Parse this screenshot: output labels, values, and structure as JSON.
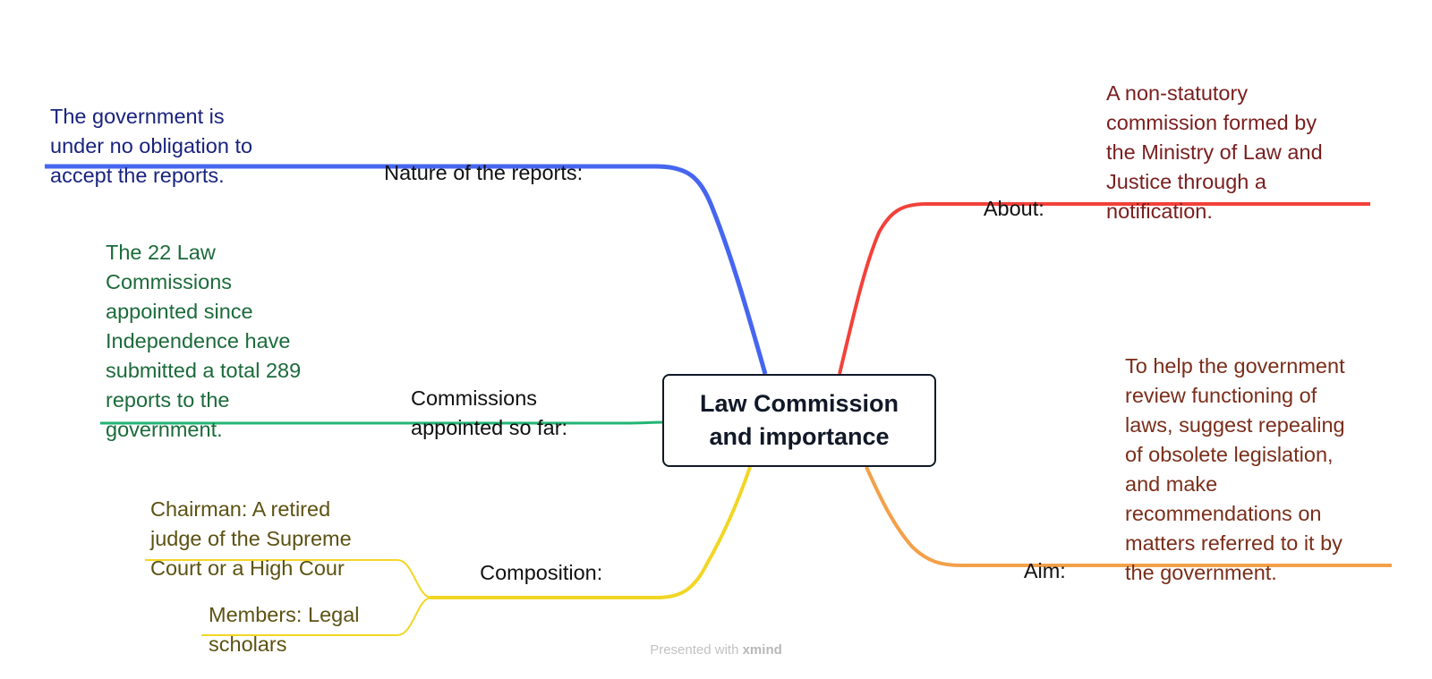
{
  "central_topic": "Law Commission\nand importance",
  "branches": {
    "nature": {
      "label": "Nature of the reports:",
      "details": [
        "The government is\nunder no obligation to\naccept the reports."
      ]
    },
    "commissions": {
      "label": "Commissions\nappointed so far:",
      "details": [
        "The 22 Law\nCommissions\nappointed since\nIndependence have\nsubmitted a total 289\nreports to the\ngovernment."
      ]
    },
    "composition": {
      "label": "Composition:",
      "details": [
        "Chairman: A retired\njudge of the Supreme\nCourt or a High Cour",
        "Members: Legal\nscholars"
      ]
    },
    "about": {
      "label": "About:",
      "details": [
        "A non-statutory\ncommission formed by\nthe Ministry of Law and\nJustice through a\nnotification."
      ]
    },
    "aim": {
      "label": "Aim:",
      "details": [
        "To help the government\nreview functioning of\nlaws, suggest repealing\nof obsolete legislation,\nand make\nrecommendations on\nmatters referred to it by\nthe government."
      ]
    }
  },
  "colors": {
    "nature": "#4666f0",
    "nature_text": "#1a237e",
    "commissions": "#22b573",
    "commissions_text": "#1b6b3a",
    "composition": "#f2d624",
    "composition_text": "#5c5212",
    "about": "#f2413a",
    "about_text": "#7a1e1e",
    "aim": "#f3a04a",
    "aim_text": "#7a2e1a"
  },
  "footer": {
    "prefix": "Presented with ",
    "brand": "xmind"
  }
}
